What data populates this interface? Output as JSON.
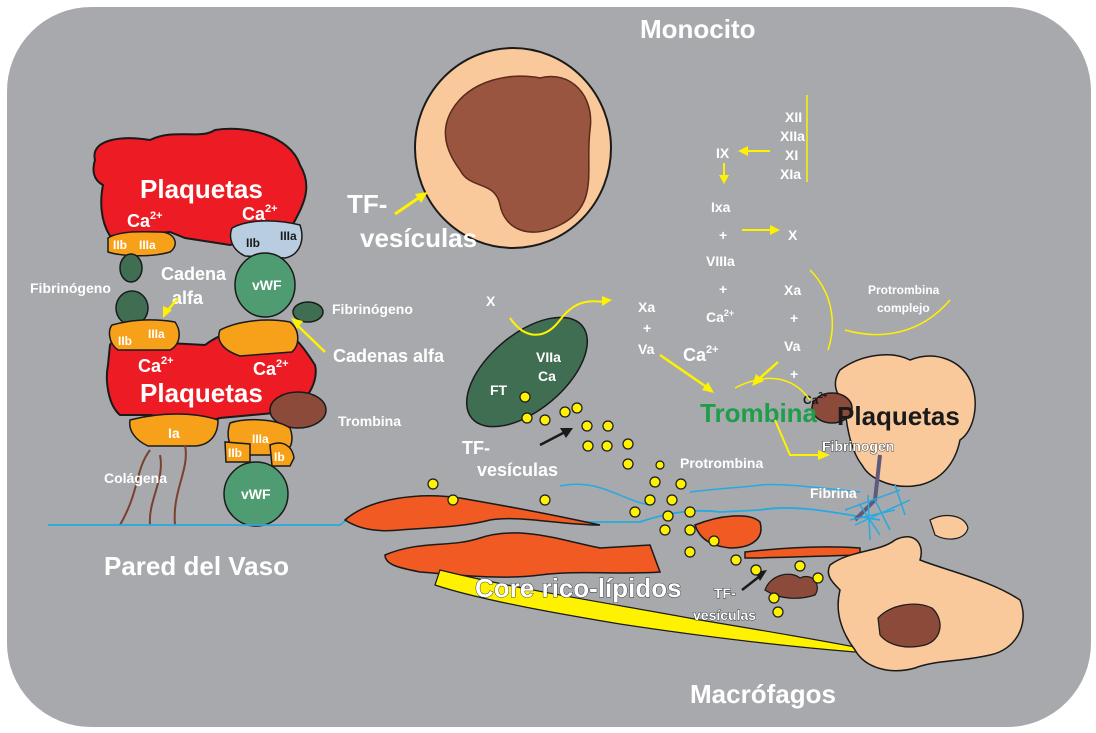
{
  "labels": {
    "monocito": "Monocito",
    "tf_vesiculas_line1": "TF-",
    "tf_vesiculas_line2": "vesículas",
    "plaquetas": "Plaquetas",
    "ca2": "Ca",
    "ca_sup": "2+",
    "iib": "IIb",
    "iiia": "IIIa",
    "ia": "Ia",
    "ib": "Ib",
    "vwf": "vWF",
    "cadena_alfa_1": "Cadena",
    "cadena_alfa_2": "alfa",
    "fibrinogeno": "Fibrinógeno",
    "cadenas_alfa": "Cadenas alfa",
    "trombina": "Trombina",
    "colagena": "Colágena",
    "pared_vaso": "Pared del Vaso",
    "core": "Core rico-lípidos",
    "macrofagos": "Macrófagos",
    "protrombina": "Protrombina",
    "fibrina": "Fibrina",
    "fibrinogen": "Fibrinogen",
    "ft": "FT",
    "viia": "VIIa",
    "ca_plain": "Ca",
    "protrombina_complejo_1": "Protrombina",
    "protrombina_complejo_2": "complejo"
  },
  "cascade": {
    "xii": "XII",
    "xiia": "XIIa",
    "xi": "XI",
    "xia": "XIa",
    "ix": "IX",
    "ixa": "Ixa",
    "plus": "+",
    "x": "X",
    "viiia": "VIIIa",
    "ca2": "Ca",
    "ca_sup": "2+",
    "xa": "Xa",
    "va": "Va"
  },
  "colors": {
    "background": "#a7a9ac",
    "platelet_red": "#ed1c24",
    "receptor_orange": "#f7a11a",
    "vwf_green": "#4f9c73",
    "dark_green": "#3f6e52",
    "brown": "#8b4a3a",
    "peach": "#f9c89b",
    "plaque_orange": "#f15a22",
    "yellow": "#fff200",
    "vessel_blue": "#27a9e1",
    "light_blue": "#b8cde0"
  }
}
